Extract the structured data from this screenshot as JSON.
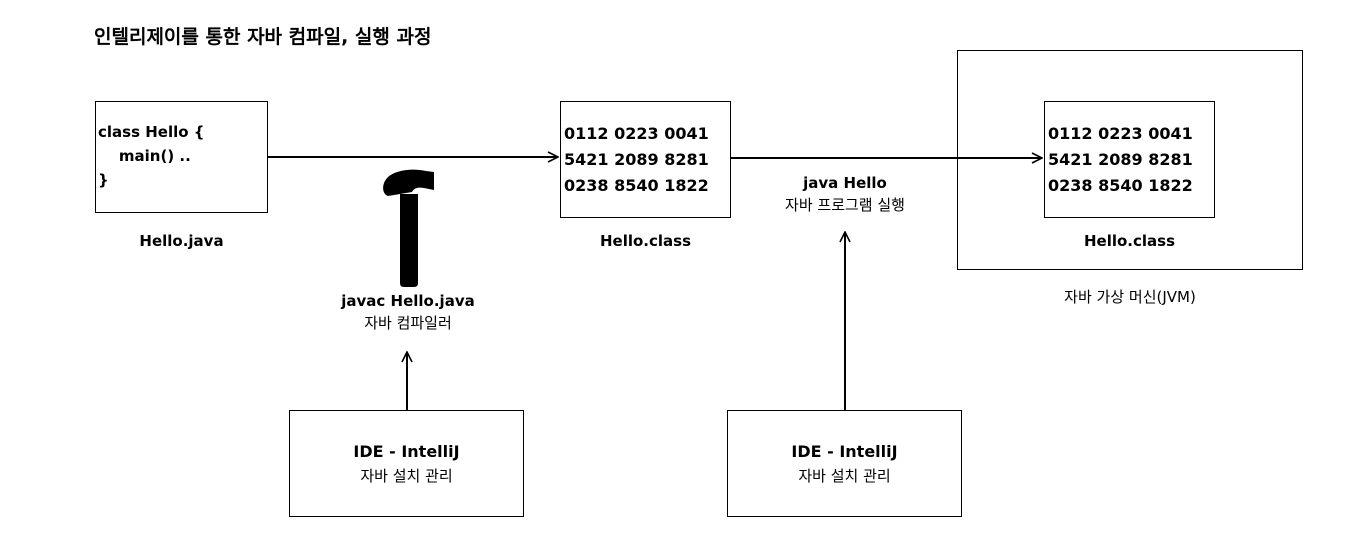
{
  "title": "인텔리제이를 통한 자바 컴파일, 실행 과정",
  "source": {
    "code_lines": [
      "class Hello {",
      "    main() ..",
      "}"
    ],
    "caption": "Hello.java"
  },
  "compiled": {
    "bytes": [
      "0112 0223 0041",
      "5421 2089 8281",
      "0238 8540 1822"
    ],
    "caption": "Hello.class"
  },
  "jvm": {
    "bytes": [
      "0112 0223 0041",
      "5421 2089 8281",
      "0238 8540 1822"
    ],
    "caption": "Hello.class",
    "container_label": "자바 가상 머신(JVM)"
  },
  "compile_step": {
    "command": "javac Hello.java",
    "description": "자바 컴파일러",
    "icon": "hammer-icon"
  },
  "run_step": {
    "command": "java Hello",
    "description": "자바 프로그램 실행"
  },
  "ide_compile": {
    "name": "IDE - IntelliJ",
    "description": "자바 설치 관리"
  },
  "ide_run": {
    "name": "IDE - IntelliJ",
    "description": "자바 설치 관리"
  }
}
